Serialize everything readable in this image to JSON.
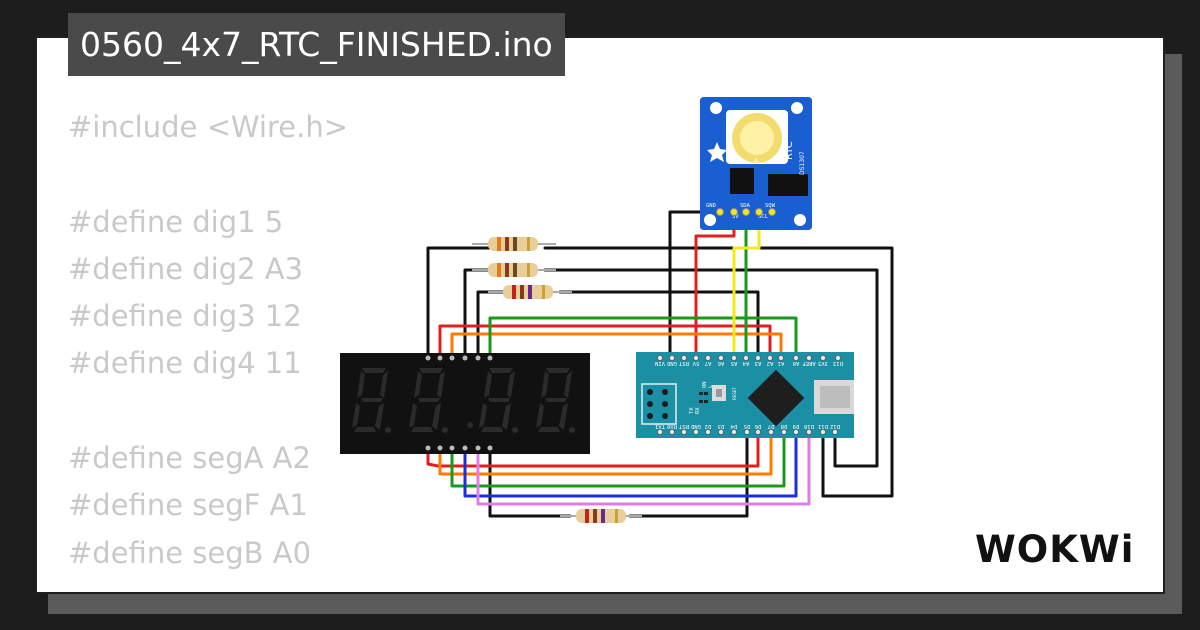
{
  "title": "0560_4x7_RTC_FINISHED.ino",
  "code_lines": [
    "#include <Wire.h>",
    "",
    "#define dig1 5",
    "#define dig2 A3",
    "#define dig3 12",
    "#define dig4 11",
    "",
    "#define segA A2",
    "#define segF A1",
    "#define segB A0"
  ],
  "logo": "WOKWi",
  "rtc": {
    "label": "RTC",
    "chip": "DS1307",
    "pins": [
      "GND",
      "5V",
      "SDA",
      "SCL",
      "SQW"
    ]
  },
  "nano": {
    "top_pins": [
      "VIN",
      "GND",
      "RST",
      "5V",
      "A7",
      "A6",
      "A5",
      "A4",
      "A3",
      "A2",
      "A1",
      "A0",
      "AREF",
      "3V3",
      "D13"
    ],
    "bottom_pins": [
      "TX1",
      "RX0",
      "RST",
      "GND",
      "D2",
      "D3",
      "D4",
      "D5",
      "D6",
      "D7",
      "D8",
      "D9",
      "D10",
      "D11",
      "D12"
    ],
    "leds": [
      "TX",
      "RX",
      "ON",
      "L"
    ],
    "reset_label": "RESET"
  },
  "display": {
    "digits": 4
  },
  "colors": {
    "background": "#1d1d1d",
    "card": "#ffffff",
    "title_bg": "#4a4a4a",
    "code_text": "#c9c9c9",
    "rtc_board": "#1a5fd1",
    "nano_board": "#1b8fa4",
    "display_body": "#111111",
    "wire_red": "#e02020",
    "wire_orange": "#ff7a00",
    "wire_green": "#1a9a1a",
    "wire_blue": "#1c2fe0",
    "wire_violet": "#e07be8",
    "wire_yellow": "#f4e81a",
    "wire_black": "#111111"
  }
}
